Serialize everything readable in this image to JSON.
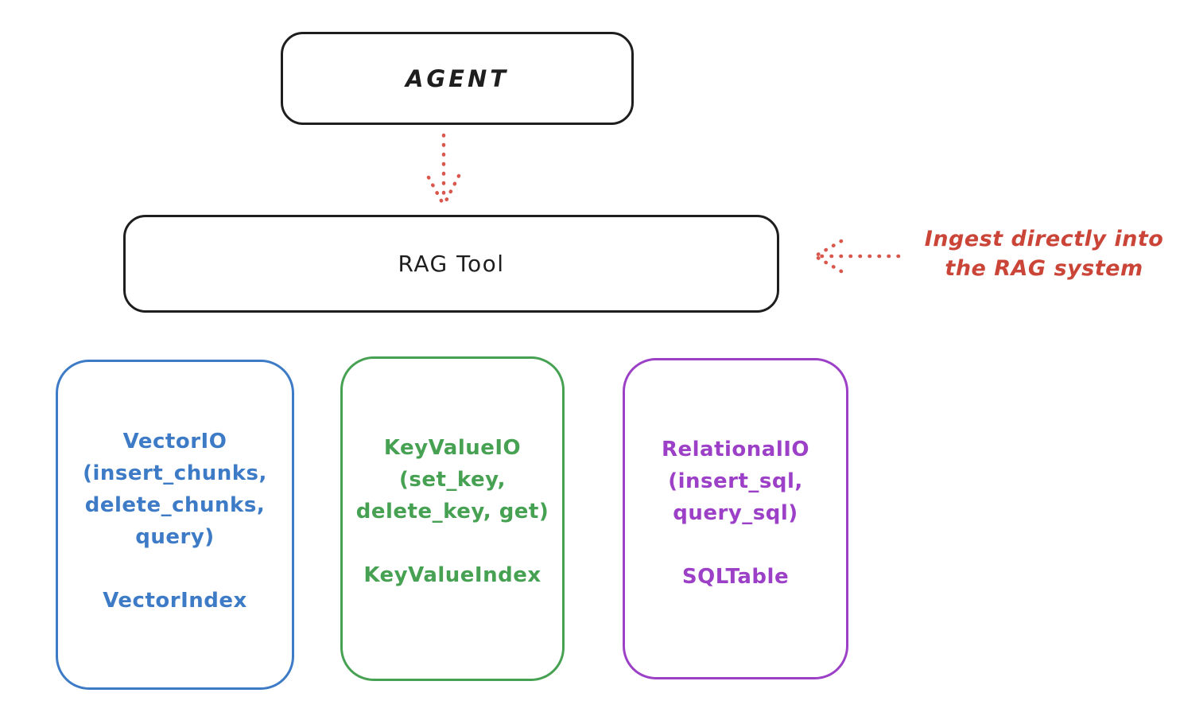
{
  "canvas": {
    "background_color": "#ffffff",
    "stroke_color_black": "#1e1e1e"
  },
  "agent_box": {
    "label": "AGENT"
  },
  "rag_tool_box": {
    "label": "RAG Tool"
  },
  "annotation": {
    "line1": "Ingest directly into",
    "line2": "the RAG system",
    "color": "#cb4438"
  },
  "arrows": {
    "color": "#d9574c",
    "agent_to_rag": "dotted arrow pointing down from AGENT to RAG Tool",
    "annotation_to_rag": "dotted arrow pointing left from annotation toward RAG Tool"
  },
  "io_boxes": [
    {
      "id": "vector-io",
      "color": "#3d7bc7",
      "lines": [
        "VectorIO",
        "(insert_chunks,",
        "delete_chunks,",
        "query)"
      ],
      "index_label": "VectorIndex"
    },
    {
      "id": "keyvalue-io",
      "color": "#46a152",
      "lines": [
        "KeyValueIO",
        "(set_key,",
        "delete_key, get)"
      ],
      "index_label": "KeyValueIndex"
    },
    {
      "id": "relational-io",
      "color": "#9c40c7",
      "lines": [
        "RelationalIO",
        "(insert_sql,",
        "query_sql)"
      ],
      "index_label": "SQLTable"
    }
  ]
}
